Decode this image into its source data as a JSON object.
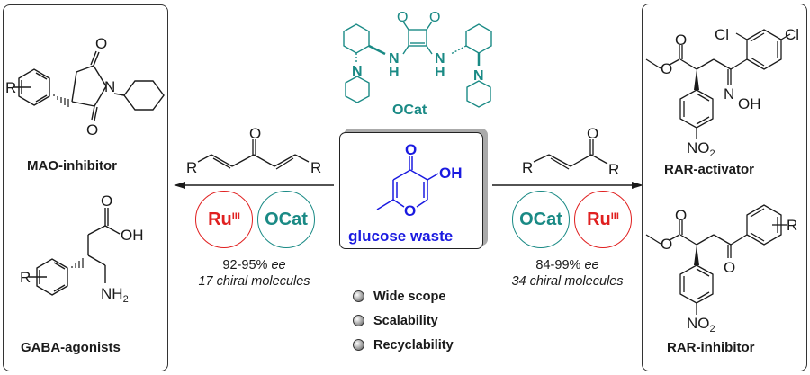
{
  "colors": {
    "ru": "#e02020",
    "ocat": "#1a8a85",
    "glucose": "#1a1ae0",
    "ink": "#1a1a1a"
  },
  "left_panel": {
    "mao": {
      "label": "MAO-inhibitor",
      "atoms": {
        "o1": "O",
        "o2": "O",
        "n": "N",
        "r": "R"
      }
    },
    "gaba": {
      "label": "GABA-agonists",
      "atoms": {
        "o": "O",
        "oh": "OH",
        "nh2": "NH",
        "nh2_sub": "2",
        "r": "R"
      }
    }
  },
  "catalyst": {
    "label": "OCat",
    "atoms": {
      "o1": "O",
      "o2": "O",
      "n1": "N",
      "h1": "H",
      "n2": "N",
      "h2": "H",
      "n3": "N",
      "n4": "N"
    }
  },
  "center": {
    "label": "glucose waste",
    "atoms": {
      "o_top": "O",
      "oh": "OH",
      "o_ring": "O"
    },
    "features": [
      "Wide scope",
      "Scalability",
      "Recyclability"
    ]
  },
  "left_reaction": {
    "substrate_atoms": {
      "o": "O",
      "r1": "R",
      "r2": "R"
    },
    "catalysts": [
      {
        "label": "Ru",
        "sup": "III"
      },
      {
        "label": "OCat"
      }
    ],
    "ee": "92-95%",
    "ee_suffix": "ee",
    "count": "17 chiral molecules"
  },
  "right_reaction": {
    "substrate_atoms": {
      "o": "O",
      "r1": "R",
      "r2": "R"
    },
    "catalysts": [
      {
        "label": "OCat"
      },
      {
        "label": "Ru",
        "sup": "III"
      }
    ],
    "ee": "84-99%",
    "ee_suffix": "ee",
    "count": "34 chiral molecules"
  },
  "right_panel": {
    "activator": {
      "label": "RAR-activator",
      "atoms": {
        "cl1": "Cl",
        "cl2": "Cl",
        "o": "O",
        "o_ester": "O",
        "n": "N",
        "oh": "OH",
        "no2": "NO",
        "no2_sub": "2"
      }
    },
    "inhibitor": {
      "label": "RAR-inhibitor",
      "atoms": {
        "o": "O",
        "o_ester": "O",
        "o_keto": "O",
        "r": "R",
        "no2": "NO",
        "no2_sub": "2"
      }
    }
  }
}
